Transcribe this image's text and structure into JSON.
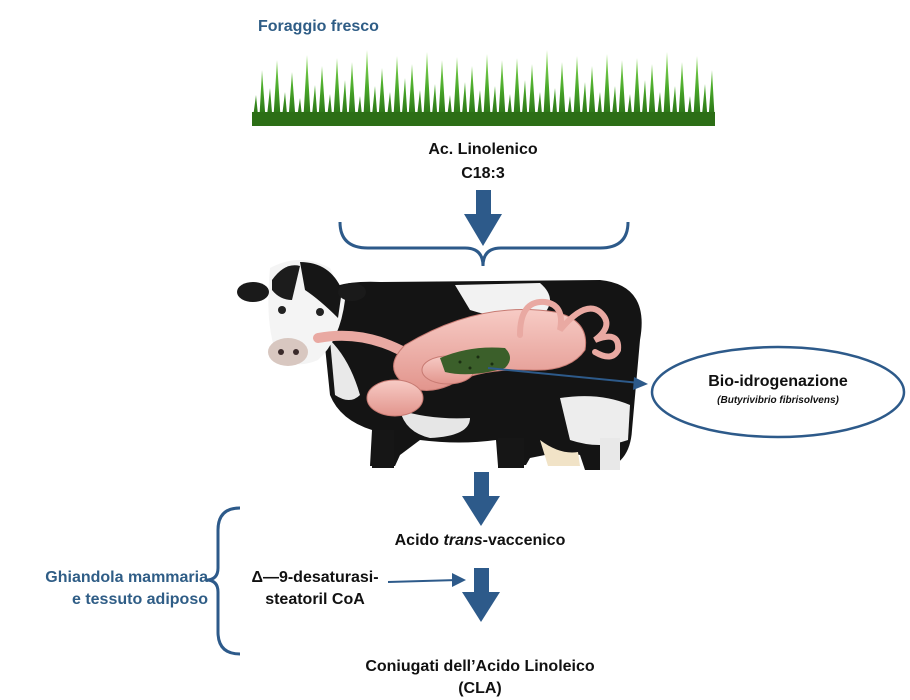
{
  "title": "Foraggio fresco",
  "linolenic": {
    "line1": "Ac. Linolenico",
    "line2": "C18:3"
  },
  "biohydrogenation": {
    "title": "Bio-idrogenazione",
    "bacterium": "Butyrivibrio fibrisolvens"
  },
  "vaccenic": {
    "prefix": "Acido ",
    "italic": "trans",
    "suffix": "-vaccenico"
  },
  "tissue": {
    "line1": "Ghiandola mammaria",
    "line2": "e tessuto adiposo"
  },
  "enzyme": {
    "line1": "Δ—9-desaturasi-",
    "line2": "steatoril CoA"
  },
  "cla": {
    "line1": "Coniugati dell’Acido Linoleico",
    "line2": "(CLA)"
  },
  "colors": {
    "arrow": "#2d5a8a",
    "label_blue": "#2f5d86",
    "grass": "#3f9a24",
    "stomach": "#f1b6b0",
    "rumen_green": "#3b5f2a"
  },
  "icons": [
    "grass-image",
    "cow-image",
    "down-arrow-icon",
    "right-arrow-icon",
    "brace-icon"
  ]
}
